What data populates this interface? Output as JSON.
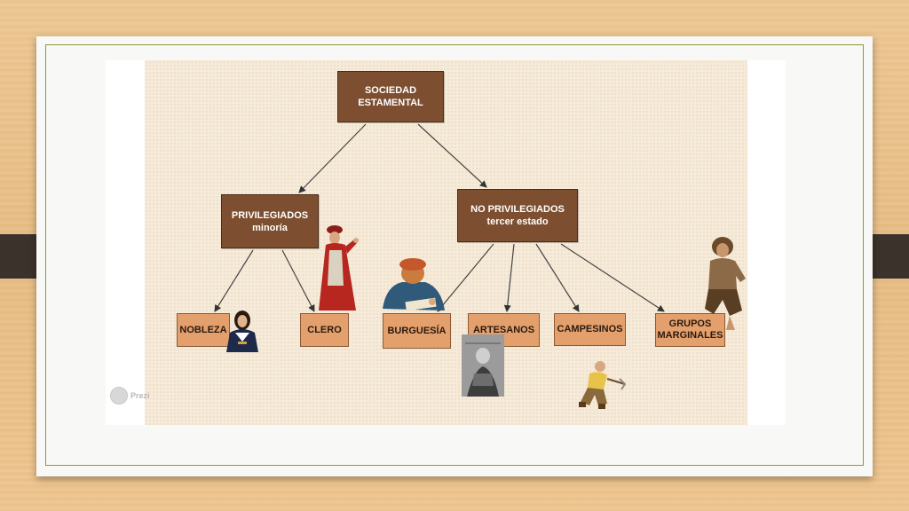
{
  "diagram": {
    "root": {
      "line1": "SOCIEDAD",
      "line2": "ESTAMENTAL"
    },
    "privileged": {
      "line1": "PRIVILEGIADOS",
      "line2": "minoría"
    },
    "non_privileged": {
      "line1": "NO PRIVILEGIADOS",
      "line2": "tercer estado"
    },
    "leaves": {
      "nobleza": "NOBLEZA",
      "clero": "CLERO",
      "burguesia": "BURGUESÍA",
      "artesanos": "ARTESANOS",
      "campesinos": "CAMPESINOS",
      "grupos_line1": "GRUPOS",
      "grupos_line2": "MARGINALES"
    }
  },
  "watermark": {
    "label": "Prezi"
  },
  "colors": {
    "dark_box": "#7d4f30",
    "light_box": "#e4a06c",
    "canvas": "#f6ead9",
    "frame_accent": "#8a9a3a"
  }
}
